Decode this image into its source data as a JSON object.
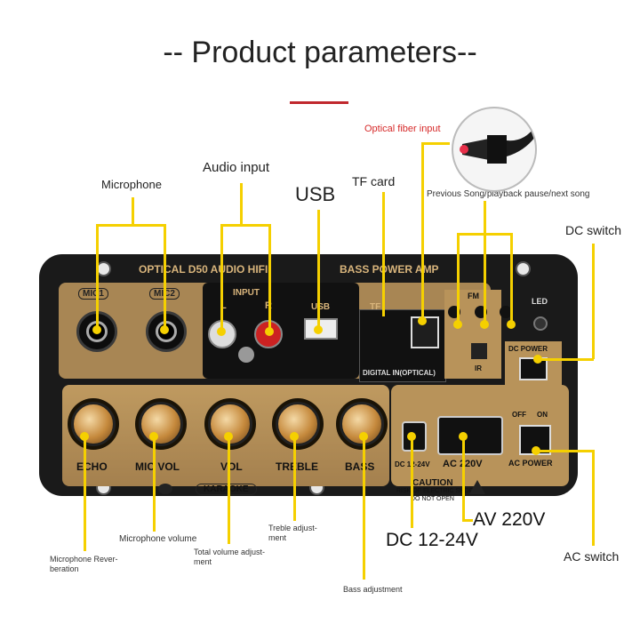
{
  "title": "-- Product parameters--",
  "labels": {
    "microphone": "Microphone",
    "audio_input": "Audio input",
    "usb": "USB",
    "tf_card": "TF card",
    "optical_fiber": "Optical fiber input",
    "prev_song": "Previous Song/playback pause/next song",
    "dc_switch": "DC switch",
    "mic_reverb_1": "Microphone Rever-",
    "mic_reverb_2": "beration",
    "mic_volume": "Microphone volume",
    "total_volume_1": "Total volume adjust-",
    "total_volume_2": "ment",
    "treble_1": "Treble adjust-",
    "treble_2": "ment",
    "bass_adj": "Bass adjustment",
    "dc_1224": "DC 12-24V",
    "av_220": "AV 220V",
    "ac_switch": "AC switch"
  },
  "panel": {
    "header_left": "OPTICAL D50 AUDIO HIFI",
    "header_right": "BASS POWER AMP",
    "mic1": "MIC1",
    "mic2": "MIC2",
    "input": "INPUT",
    "l": "L",
    "r": "R",
    "usb": "USB",
    "tf": "TF",
    "fm": "FM",
    "led": "LED",
    "ir": "IR",
    "digital_in": "DIGITAL IN(OPTICAL)",
    "dc_power": "DC POWER",
    "off": "OFF",
    "on": "ON",
    "knobs": [
      "ECHO",
      "MIC VOL",
      "VOL",
      "TREBLE",
      "BASS"
    ],
    "karaoke": "KARAOKE",
    "caution": "CAUTION",
    "caution_text_1": "RISK OF ELECTRIC SHOCK",
    "caution_text_2": "DO NOT OPEN",
    "dc_jack": "DC 12-24V",
    "ac_220": "AC 220V",
    "ac_power": "AC POWER"
  }
}
